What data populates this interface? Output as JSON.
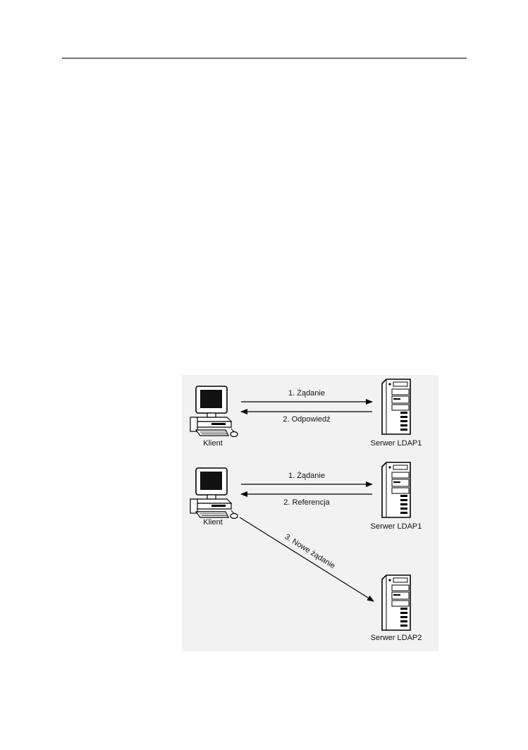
{
  "diagram": {
    "top": {
      "client_label": "Klient",
      "server_label": "Serwer LDAP1",
      "arrow_request": "1. Żądanie",
      "arrow_response": "2. Odpowiedź"
    },
    "bottom": {
      "client_label": "Klient",
      "server1_label": "Serwer LDAP1",
      "server2_label": "Serwer LDAP2",
      "arrow_request": "1. Żądanie",
      "arrow_referral": "2. Referencja",
      "arrow_new_request": "3. Nowe żądanie"
    }
  }
}
